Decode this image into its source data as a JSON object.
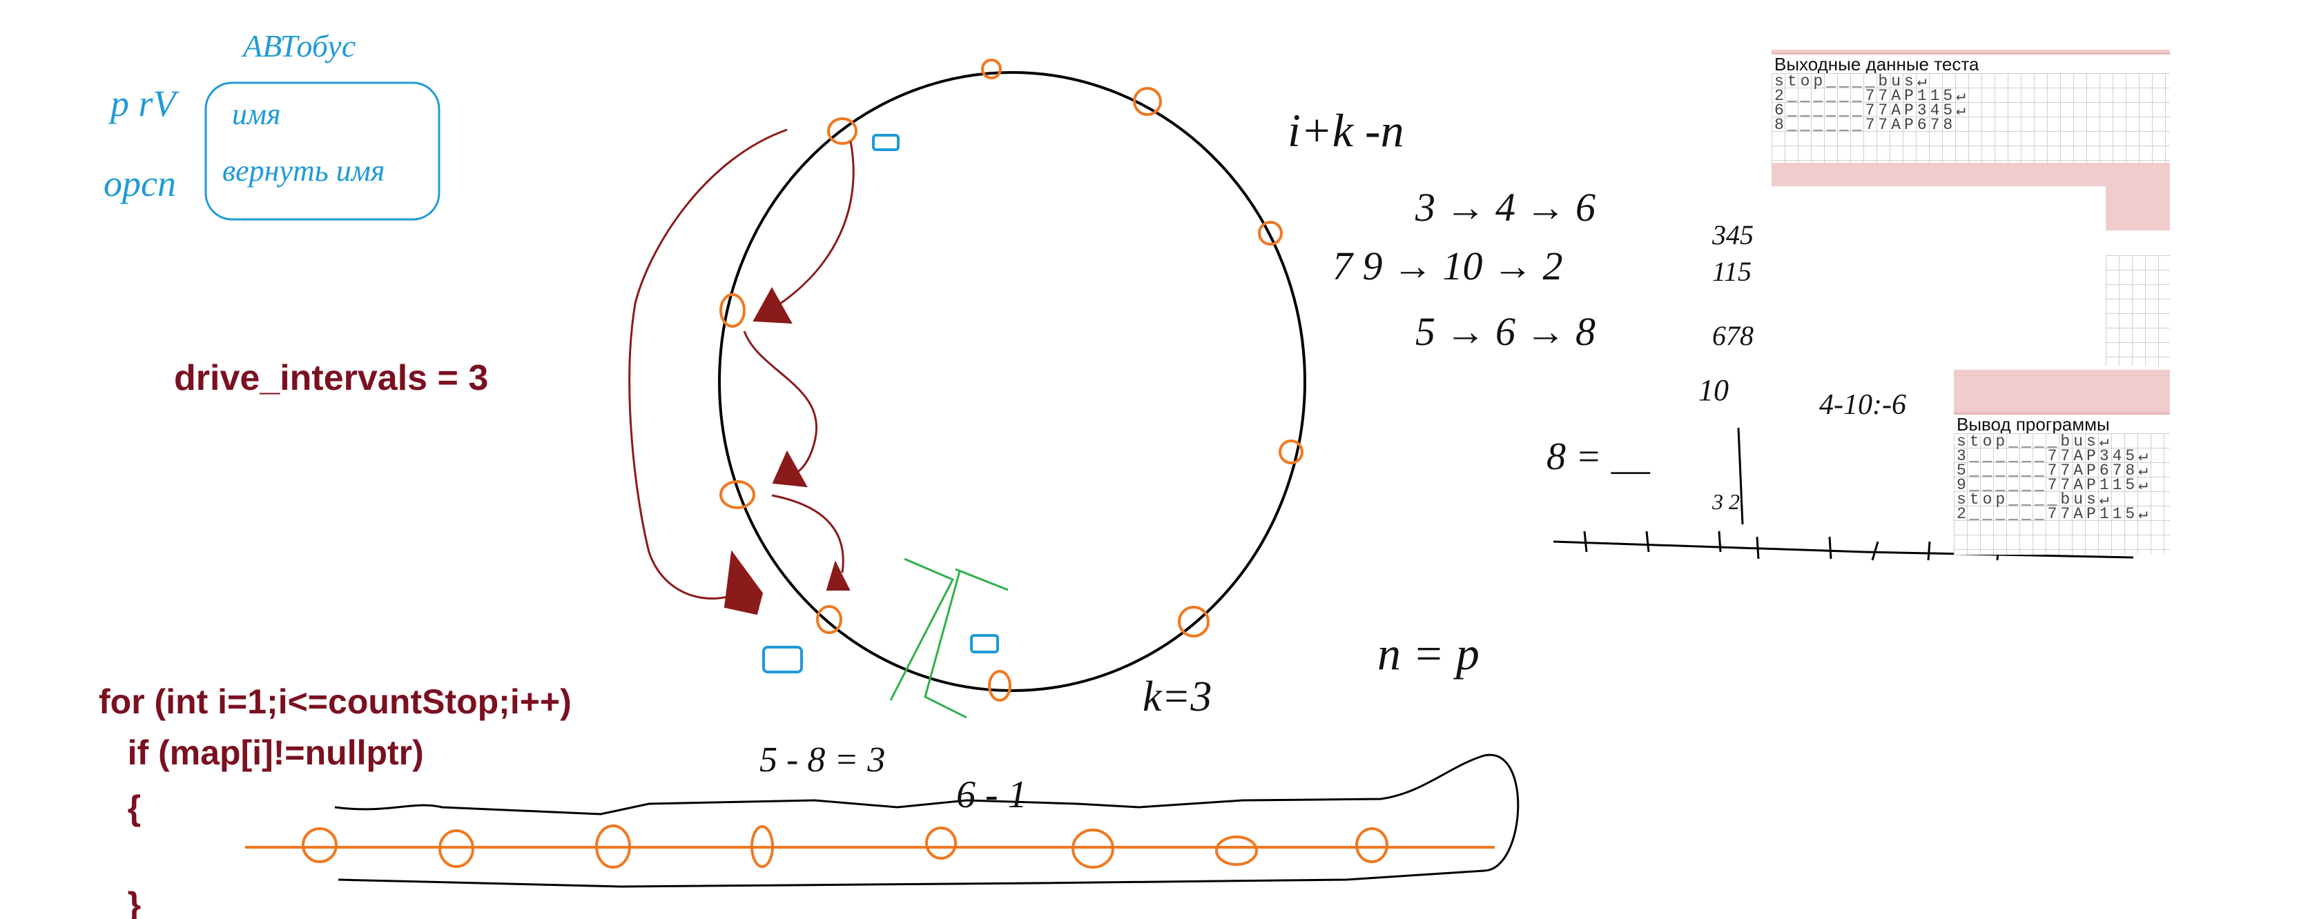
{
  "whiteboard": {
    "code_drive_intervals": "drive_intervals = 3",
    "code_lines": [
      "for (int i=1;i<=countStop;i++)",
      "   if (map[i]!=nullptr)",
      "   {",
      "",
      "   }"
    ]
  },
  "test_output_panel": {
    "title": "Выходные данные теста",
    "rows": [
      "stop____bus↵",
      "2______77AP115↵",
      "6______77AP345↵",
      "8______77AP678"
    ]
  },
  "program_output_panel": {
    "title": "Вывод программы",
    "rows": [
      "stop____bus↵",
      "3______77AP345↵",
      "5______77AP678↵",
      "9______77AP115↵",
      "stop____bus↵",
      "2______77AP115↵"
    ]
  },
  "handwriting": {
    "avtobus": "АВТобус",
    "prv": "p rV",
    "opcn": "opcn",
    "imya": "имя",
    "vernut_imya": "вернуть имя",
    "ik_n": "i+k  -n",
    "line_3_4_6": "3 → 4 → 6",
    "line_7_9_10_2": "7  9 → 10 → 2",
    "line_5_6_8": "5 → 6 → 8",
    "nums_345": "345",
    "nums_115": "115",
    "nums_678": "678",
    "num_10": "10",
    "eq_4_10_6": "4-10:-6",
    "eq_8": "8 = __",
    "eq_5_8_3": "5 - 8 = 3",
    "eq_6_1": "6 - 1",
    "eq_k3": "k=3",
    "eq_n_p": "n = p",
    "small_3_2": "3 2"
  },
  "colors": {
    "code_text": "#7a1020",
    "orange": "#f07820",
    "blue": "#1f9ad6",
    "maroon": "#8b1a1a",
    "green": "#2fb04a",
    "pink_panel": "#f0cccc"
  }
}
